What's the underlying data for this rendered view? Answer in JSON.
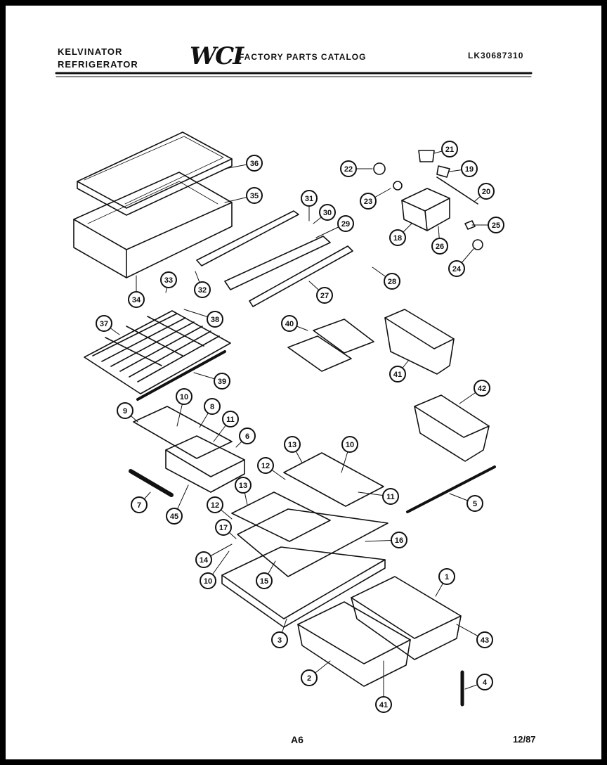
{
  "header": {
    "brand_line1": "KELVINATOR",
    "brand_line2": "REFRIGERATOR",
    "logo": "WCI",
    "catalog_title": "FACTORY PARTS CATALOG",
    "doc_number": "LK30687310"
  },
  "footer": {
    "page": "A6",
    "date": "12/87"
  },
  "callouts": [
    "1",
    "2",
    "3",
    "4",
    "5",
    "6",
    "7",
    "8",
    "9",
    "10",
    "10",
    "10",
    "11",
    "11",
    "12",
    "12",
    "13",
    "13",
    "14",
    "15",
    "16",
    "17",
    "18",
    "19",
    "20",
    "21",
    "22",
    "23",
    "24",
    "25",
    "26",
    "27",
    "28",
    "29",
    "30",
    "31",
    "32",
    "33",
    "34",
    "35",
    "36",
    "37",
    "38",
    "39",
    "40",
    "41",
    "41",
    "42",
    "43",
    "45"
  ],
  "colors": {
    "ink": "#111111",
    "paper": "#ffffff",
    "frame": "#000000"
  }
}
